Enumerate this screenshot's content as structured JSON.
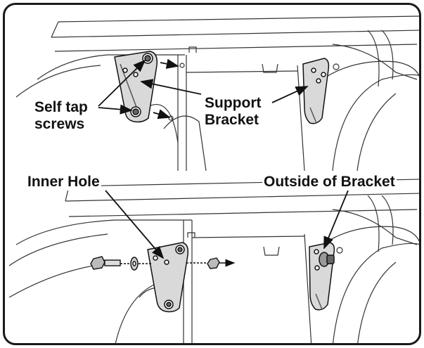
{
  "labels": {
    "self_tap_screws": "Self tap\nscrews",
    "support_bracket": "Support\nBracket",
    "inner_hole": "Inner Hole",
    "outside_of_bracket": "Outside of Bracket"
  }
}
